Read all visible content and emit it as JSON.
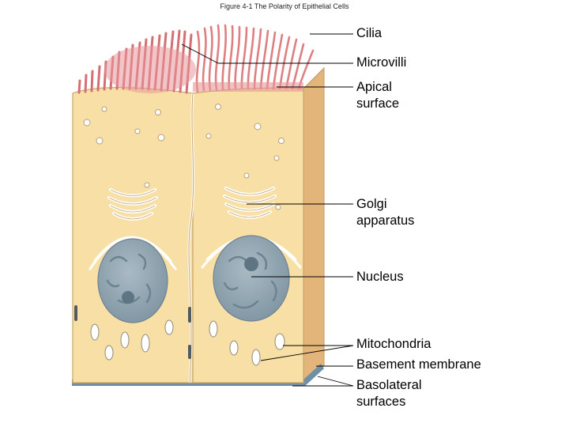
{
  "figure_title": "Figure 4-1  The Polarity of Epithelial Cells",
  "labels": {
    "cilia": "Cilia",
    "microvilli": "Microvilli",
    "apical_surface": "Apical\nsurface",
    "golgi_apparatus": "Golgi\napparatus",
    "nucleus": "Nucleus",
    "mitochondria": "Mitochondria",
    "basement_membrane": "Basement membrane",
    "basolateral_surfaces": "Basolateral\nsurfaces"
  },
  "colors": {
    "cytoplasm": "#f8dfa6",
    "side_face": "#e3b57a",
    "microvilli": "#de7f82",
    "nucleus": "#97aab5",
    "basement_membrane": "#6f8fa6",
    "cell_outline": "#c9a56a"
  }
}
